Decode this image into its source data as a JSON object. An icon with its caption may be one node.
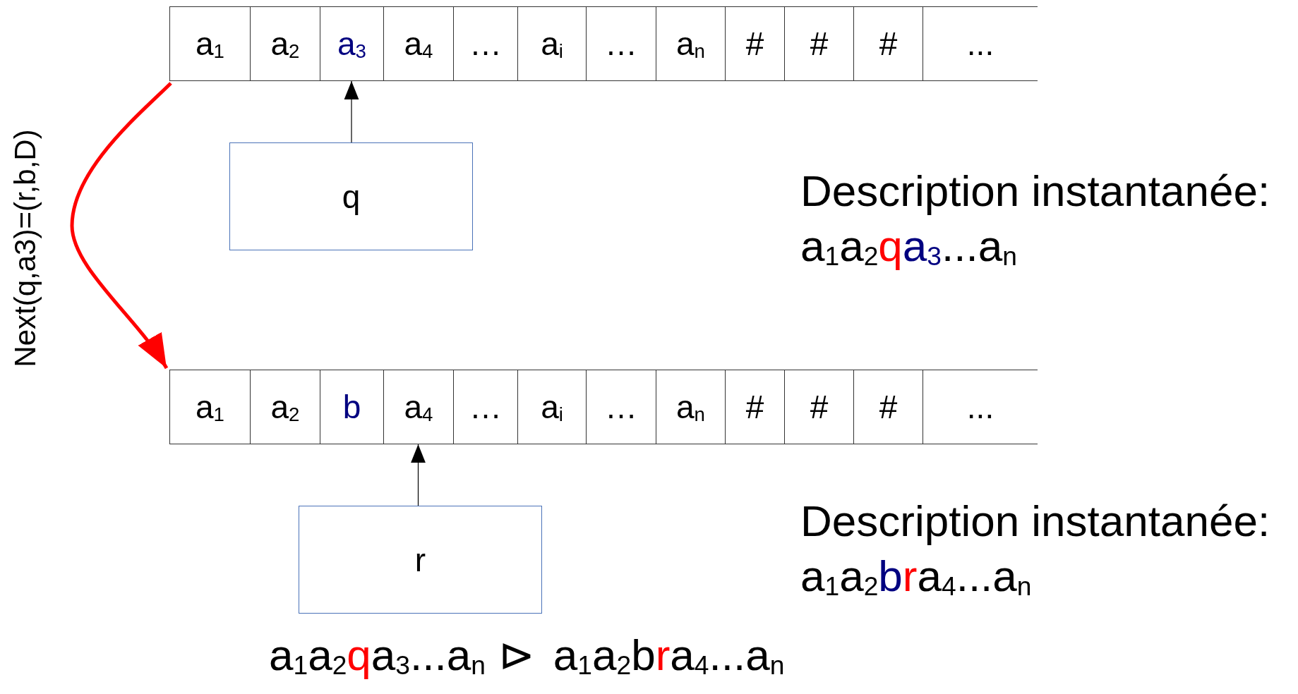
{
  "diagram": {
    "nodes": [
      {
        "text": [],
        "shape": "box"
      },
      {
        "text": [
          "a$_{1}$"
        ],
        "in": 0
      },
      {
        "text": [
          "a$_{2}$"
        ],
        "in": 0
      },
      {
        "text": [
          "a$_{3}$"
        ],
        "in": 0
      },
      {
        "text": [
          "a$_{4}$"
        ],
        "in": 0
      },
      {
        "text": [
          "…"
        ],
        "in": 0
      },
      {
        "text": [
          "a$_{i}$"
        ],
        "in": 0
      },
      {
        "text": [
          "…"
        ],
        "in": 0
      },
      {
        "text": [
          "a$_{n}$"
        ],
        "in": 0
      },
      {
        "text": [
          "#"
        ],
        "in": 0
      },
      {
        "text": [
          "#"
        ],
        "in": 0
      },
      {
        "text": [
          "#"
        ],
        "in": 0
      },
      {
        "text": [
          "..."
        ],
        "in": 0
      },
      {
        "text": [
          "q"
        ]
      },
      {
        "text": [],
        "shape": "box"
      },
      {
        "text": [
          "a$_{1}$"
        ],
        "in": 14
      },
      {
        "text": [
          "a$_{2}$"
        ],
        "in": 14
      },
      {
        "text": [
          "b"
        ],
        "in": 14
      },
      {
        "text": [
          "a$_{4}$"
        ],
        "in": 14
      },
      {
        "text": [
          "…"
        ],
        "in": 14
      },
      {
        "text": [
          "a$_{i}$"
        ],
        "in": 14
      },
      {
        "text": [
          "…"
        ],
        "in": 14
      },
      {
        "text": [
          "a$_{n}$"
        ],
        "in": 14
      },
      {
        "text": [
          "#"
        ],
        "in": 14
      },
      {
        "text": [
          "#"
        ],
        "in": 14
      },
      {
        "text": [
          "#"
        ],
        "in": 14
      },
      {
        "text": [
          "..."
        ],
        "in": 14
      },
      {
        "text": [
          "r"
        ]
      }
    ],
    "edges": [
      {
        "from": 13,
        "to": 3,
        "arrow": "to"
      },
      {
        "from": 0,
        "to": 14,
        "arrow": "to",
        "label": "Next(q,a3)=(r,b,D)",
        "style": "thick",
        "color": "#ff0000"
      },
      {
        "from": 27,
        "to": 18,
        "arrow": "to"
      }
    ],
    "labels": [
      "Description instantanée:",
      "a$_{1}$a$_{2}$",
      "q",
      "a$_{3}$",
      "...a$_{n}$",
      "Description instantanée:",
      "a$_{1}$a$_{2}$",
      "b",
      "r",
      "a$_{4}$...a$_{n}$",
      "a$_{1}$a$_{2}$",
      "q",
      "a$_{3}$...a$_{n}$",
      "⊳",
      "a$_{1}$a$_{2}$b",
      "r",
      "a$_{4}$...a$_{n}$"
    ]
  }
}
